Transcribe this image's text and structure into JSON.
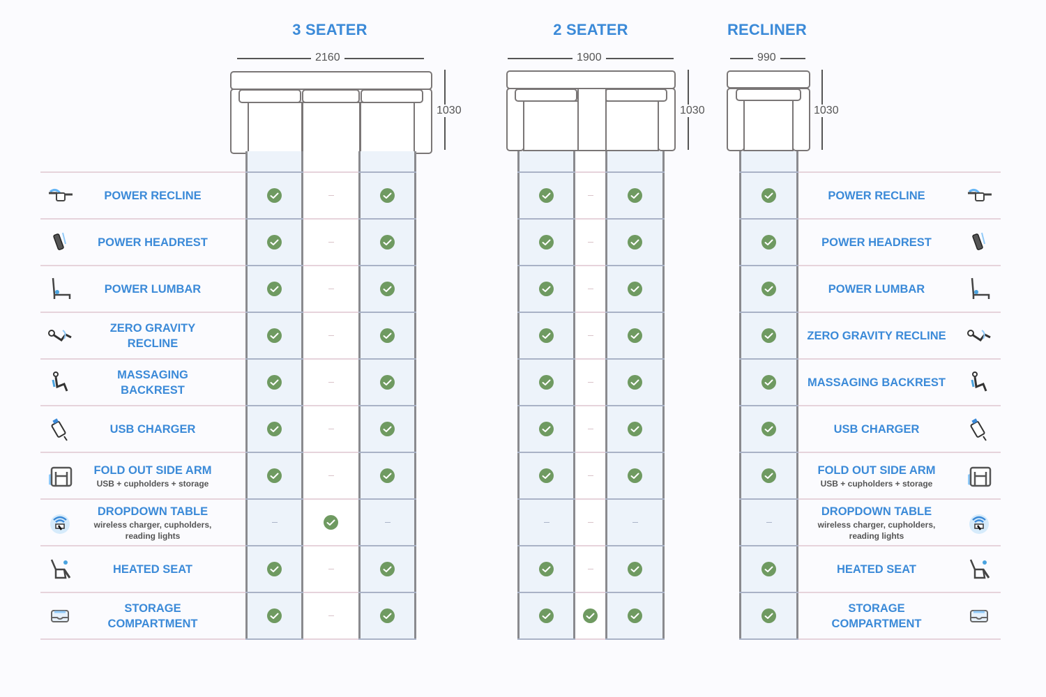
{
  "models": [
    {
      "name": "3 SEATER",
      "width": "2160",
      "depth": "1030"
    },
    {
      "name": "2 SEATER",
      "width": "1900",
      "depth": "1030"
    },
    {
      "name": "RECLINER",
      "width": "990",
      "depth": "1030"
    }
  ],
  "features": [
    {
      "title": "POWER RECLINE",
      "title_right": "POWER RECLINE",
      "sub": "",
      "icon": "power-recline-icon"
    },
    {
      "title": "POWER HEADREST",
      "title_right": "POWER HEADREST",
      "sub": "",
      "icon": "power-headrest-icon"
    },
    {
      "title": "POWER LUMBAR",
      "title_right": "POWER LUMBAR",
      "sub": "",
      "icon": "power-lumbar-icon"
    },
    {
      "title": "ZERO GRAVITY RECLINE",
      "title_right": "ZERO GRAVITY RECLINE",
      "sub": "",
      "icon": "zero-gravity-icon"
    },
    {
      "title": "MASSAGING BACKREST",
      "title_right": "MASSAGING BACKREST",
      "sub": "",
      "icon": "massage-icon"
    },
    {
      "title": "USB CHARGER",
      "title_right": "USB CHARGER",
      "sub": "",
      "icon": "usb-icon"
    },
    {
      "title": "FOLD OUT SIDE ARM",
      "title_right": "FOLD OUT SIDE ARM",
      "sub": "USB + cupholders + storage",
      "icon": "side-arm-icon"
    },
    {
      "title": "DROPDOWN TABLE",
      "title_right": "DROPDOWN TABLE",
      "sub": "wireless charger, cupholders, reading lights",
      "icon": "dropdown-table-icon"
    },
    {
      "title": "HEATED SEAT",
      "title_right": "HEATED SEAT",
      "sub": "",
      "icon": "heated-seat-icon"
    },
    {
      "title": "STORAGE COMPARTMENT",
      "title_right": "STORAGE COMPARTMENT",
      "sub": "",
      "icon": "storage-icon"
    }
  ],
  "availability": {
    "three_seater": [
      [
        true,
        false,
        true
      ],
      [
        true,
        false,
        true
      ],
      [
        true,
        false,
        true
      ],
      [
        true,
        false,
        true
      ],
      [
        true,
        false,
        true
      ],
      [
        true,
        false,
        true
      ],
      [
        true,
        false,
        true
      ],
      [
        false,
        true,
        false
      ],
      [
        true,
        false,
        true
      ],
      [
        true,
        false,
        true
      ]
    ],
    "two_seater": [
      [
        true,
        false,
        true
      ],
      [
        true,
        false,
        true
      ],
      [
        true,
        false,
        true
      ],
      [
        true,
        false,
        true
      ],
      [
        true,
        false,
        true
      ],
      [
        true,
        false,
        true
      ],
      [
        true,
        false,
        true
      ],
      [
        false,
        false,
        false
      ],
      [
        true,
        false,
        true
      ],
      [
        true,
        true,
        true
      ]
    ],
    "recliner": [
      [
        true
      ],
      [
        true
      ],
      [
        true
      ],
      [
        true
      ],
      [
        true
      ],
      [
        true
      ],
      [
        true
      ],
      [
        false
      ],
      [
        true
      ],
      [
        true
      ]
    ]
  },
  "colors": {
    "accent": "#3b8ad8",
    "check": "#6f9a61",
    "seat_fill": "#edf3fa"
  }
}
